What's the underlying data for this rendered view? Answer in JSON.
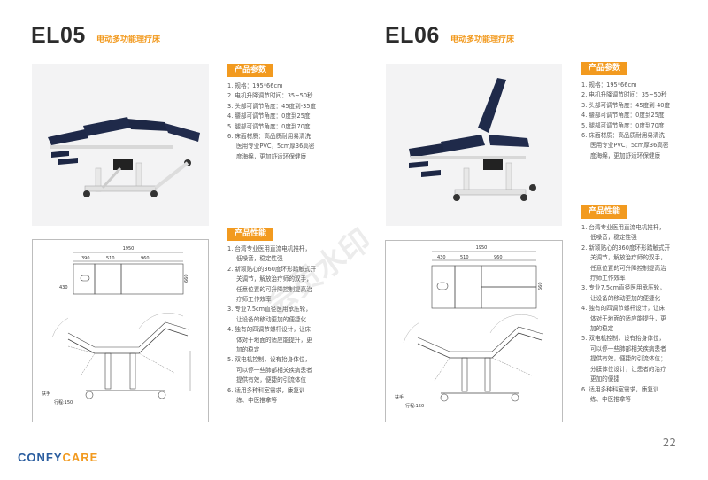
{
  "left": {
    "model": "EL05",
    "subtitle": "电动多功能理疗床",
    "params_title": "产品参数",
    "params": [
      "1. 规格：195*66cm",
      "2. 电机升降调节时间：35~50秒",
      "3. 头部可调节角度：45度到-35度",
      "4. 腰部可调节角度：0度到25度",
      "5. 腿部可调节角度：0度到70度",
      "6. 床面材质：高品质耐用易清洗",
      "医用专业PVC，5cm厚36高密",
      "度海绵，更加舒适环保健康"
    ],
    "features_title": "产品性能",
    "features": [
      "1. 台湾专业医用直流电机推杆，",
      "低噪音，稳定性强",
      "2. 新颖贴心的360度环形踏触式开",
      "关调节，解放治疗师的双手，",
      "任意位置的可升降控制提高治",
      "疗师工作效率",
      "3. 专业7.5cm直径医用承压轮，",
      "让设备的移动更加的便捷化",
      "4. 独有的四调节螺杆设计，让床",
      "体对于地面的适应能提升，更",
      "加的稳定",
      "5. 双电机控制，设有抬身体位，",
      "可以停一些肺部相关疾病患者",
      "提供有效，便捷的引流体位",
      "6. 适用多种科室需求，康复训",
      "练、中医推拿等"
    ],
    "dims": {
      "total": "1950",
      "d1": "390",
      "d2": "510",
      "d3": "960",
      "width": "660",
      "hole": "430"
    },
    "labels": {
      "armrest": "扶手",
      "stroke": "行程:150"
    }
  },
  "right": {
    "model": "EL06",
    "subtitle": "电动多功能理疗床",
    "params_title": "产品参数",
    "params": [
      "1. 规格：195*66cm",
      "2. 电机升降调节时间：35~50秒",
      "3. 头部可调节角度：45度到-40度",
      "4. 腰部可调节角度：0度到25度",
      "5. 腿部可调节角度：0度到70度",
      "6. 床面材质：高品质耐用易清洗",
      "医用专业PVC，5cm厚36高密",
      "度海绵，更加舒适环保健康"
    ],
    "features_title": "产品性能",
    "features": [
      "1. 台湾专业医用直流电机推杆，",
      "低噪音，稳定性强",
      "2. 新颖贴心的360度环形踏触式开",
      "关调节，解放治疗师的双手，",
      "任意位置的可升降控制提高治",
      "疗师工作效率",
      "3. 专业7.5cm直径医用承压轮，",
      "让设备的移动更加的便捷化",
      "4. 独有的四调节螺杆设计，让床",
      "体对于地面的适应能提升，更",
      "加的稳定",
      "5. 双电机控制，设有抬身体位，",
      "可以停一些肺部相关疾病患者",
      "提供有效，便捷的引流体位；",
      "分膜体位设计，让患者的治疗",
      "更加的便捷",
      "6. 适用多种科室需求，康复训",
      "练、中医推拿等"
    ],
    "dims": {
      "total": "1950",
      "d1": "430",
      "d2": "510",
      "d3": "960",
      "width": "660"
    },
    "labels": {
      "armrest": "扶手",
      "stroke": "行程:150"
    }
  },
  "watermark": "会员水印",
  "page_number": "22",
  "brand": {
    "part1": "CONFY",
    "part2": "CARE"
  },
  "colors": {
    "accent": "#f29a1f",
    "navy": "#1f2a4a",
    "brand_blue": "#2a5d9f"
  }
}
